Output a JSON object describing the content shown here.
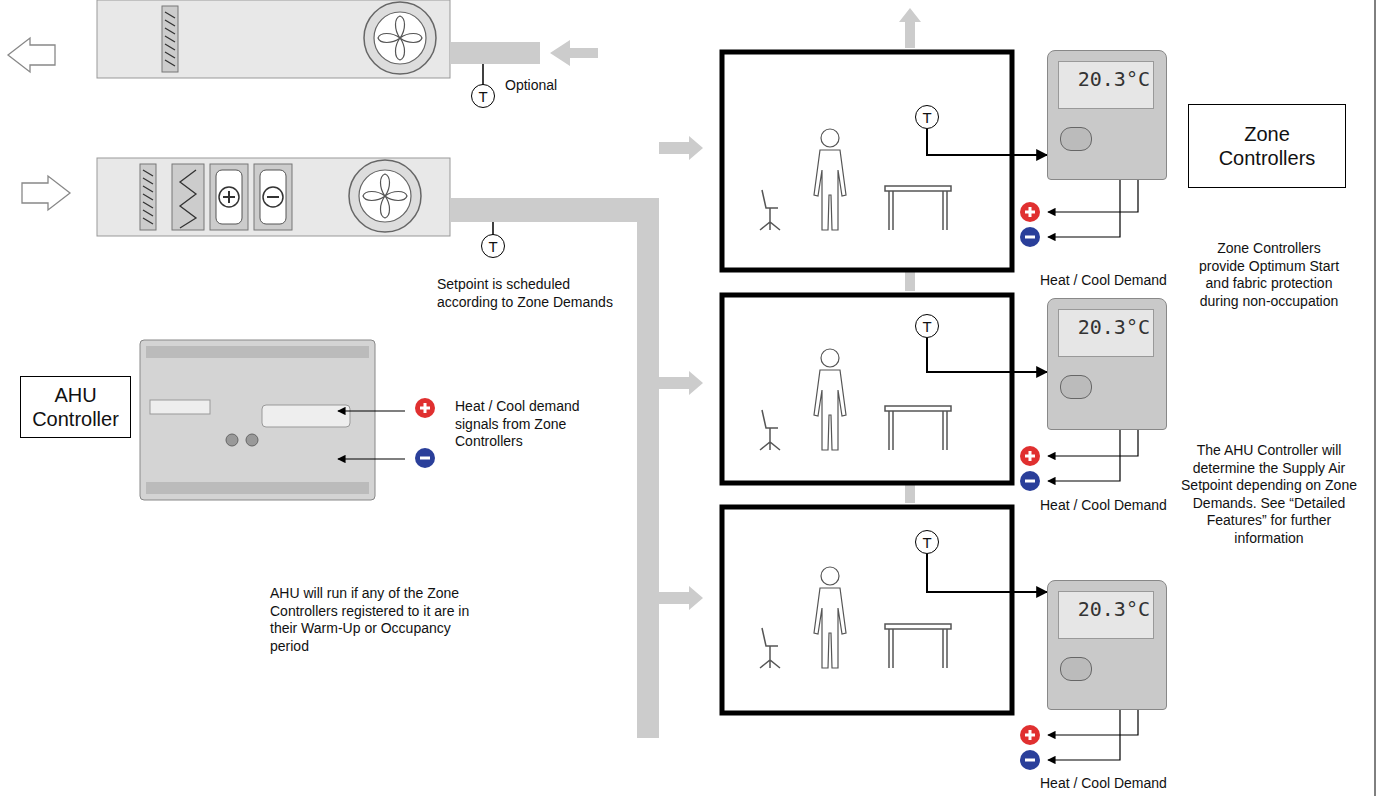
{
  "diagram": {
    "nodes": [
      {
        "text": [
          "T"
        ]
      },
      {
        "text": [
          "T"
        ]
      },
      {
        "text": [
          "T"
        ]
      },
      {
        "text": [
          "20.3°C"
        ]
      },
      {
        "text": [
          "Zone Controllers"
        ]
      },
      {
        "text": [
          "T"
        ]
      },
      {
        "text": [
          "20.3°C"
        ]
      },
      {
        "text": [
          "AHU Controller"
        ]
      },
      {
        "text": [
          "T"
        ]
      },
      {
        "text": [
          "20.3°C"
        ]
      }
    ],
    "edges": [
      {
        "from": 2,
        "to": 3,
        "arrow": "to"
      },
      {
        "from": 5,
        "to": 6,
        "arrow": "to"
      },
      {
        "from": 8,
        "to": 9,
        "arrow": "to"
      }
    ],
    "labels": [
      "Optional",
      "Setpoint is scheduled according to Zone Demands",
      "Heat / Cool demand signals from Zone Controllers",
      "AHU will run if any of the Zone Controllers registered to it are in their Warm-Up or Occupancy period",
      "Heat / Cool Demand",
      "Heat / Cool Demand",
      "Heat / Cool Demand",
      "Zone Controllers provide Optimum Start and fabric protection during non-occupation",
      "The AHU Controller will determine the Supply Air Setpoint depending on Zone Demands. See “Detailed Features” for further information"
    ]
  }
}
